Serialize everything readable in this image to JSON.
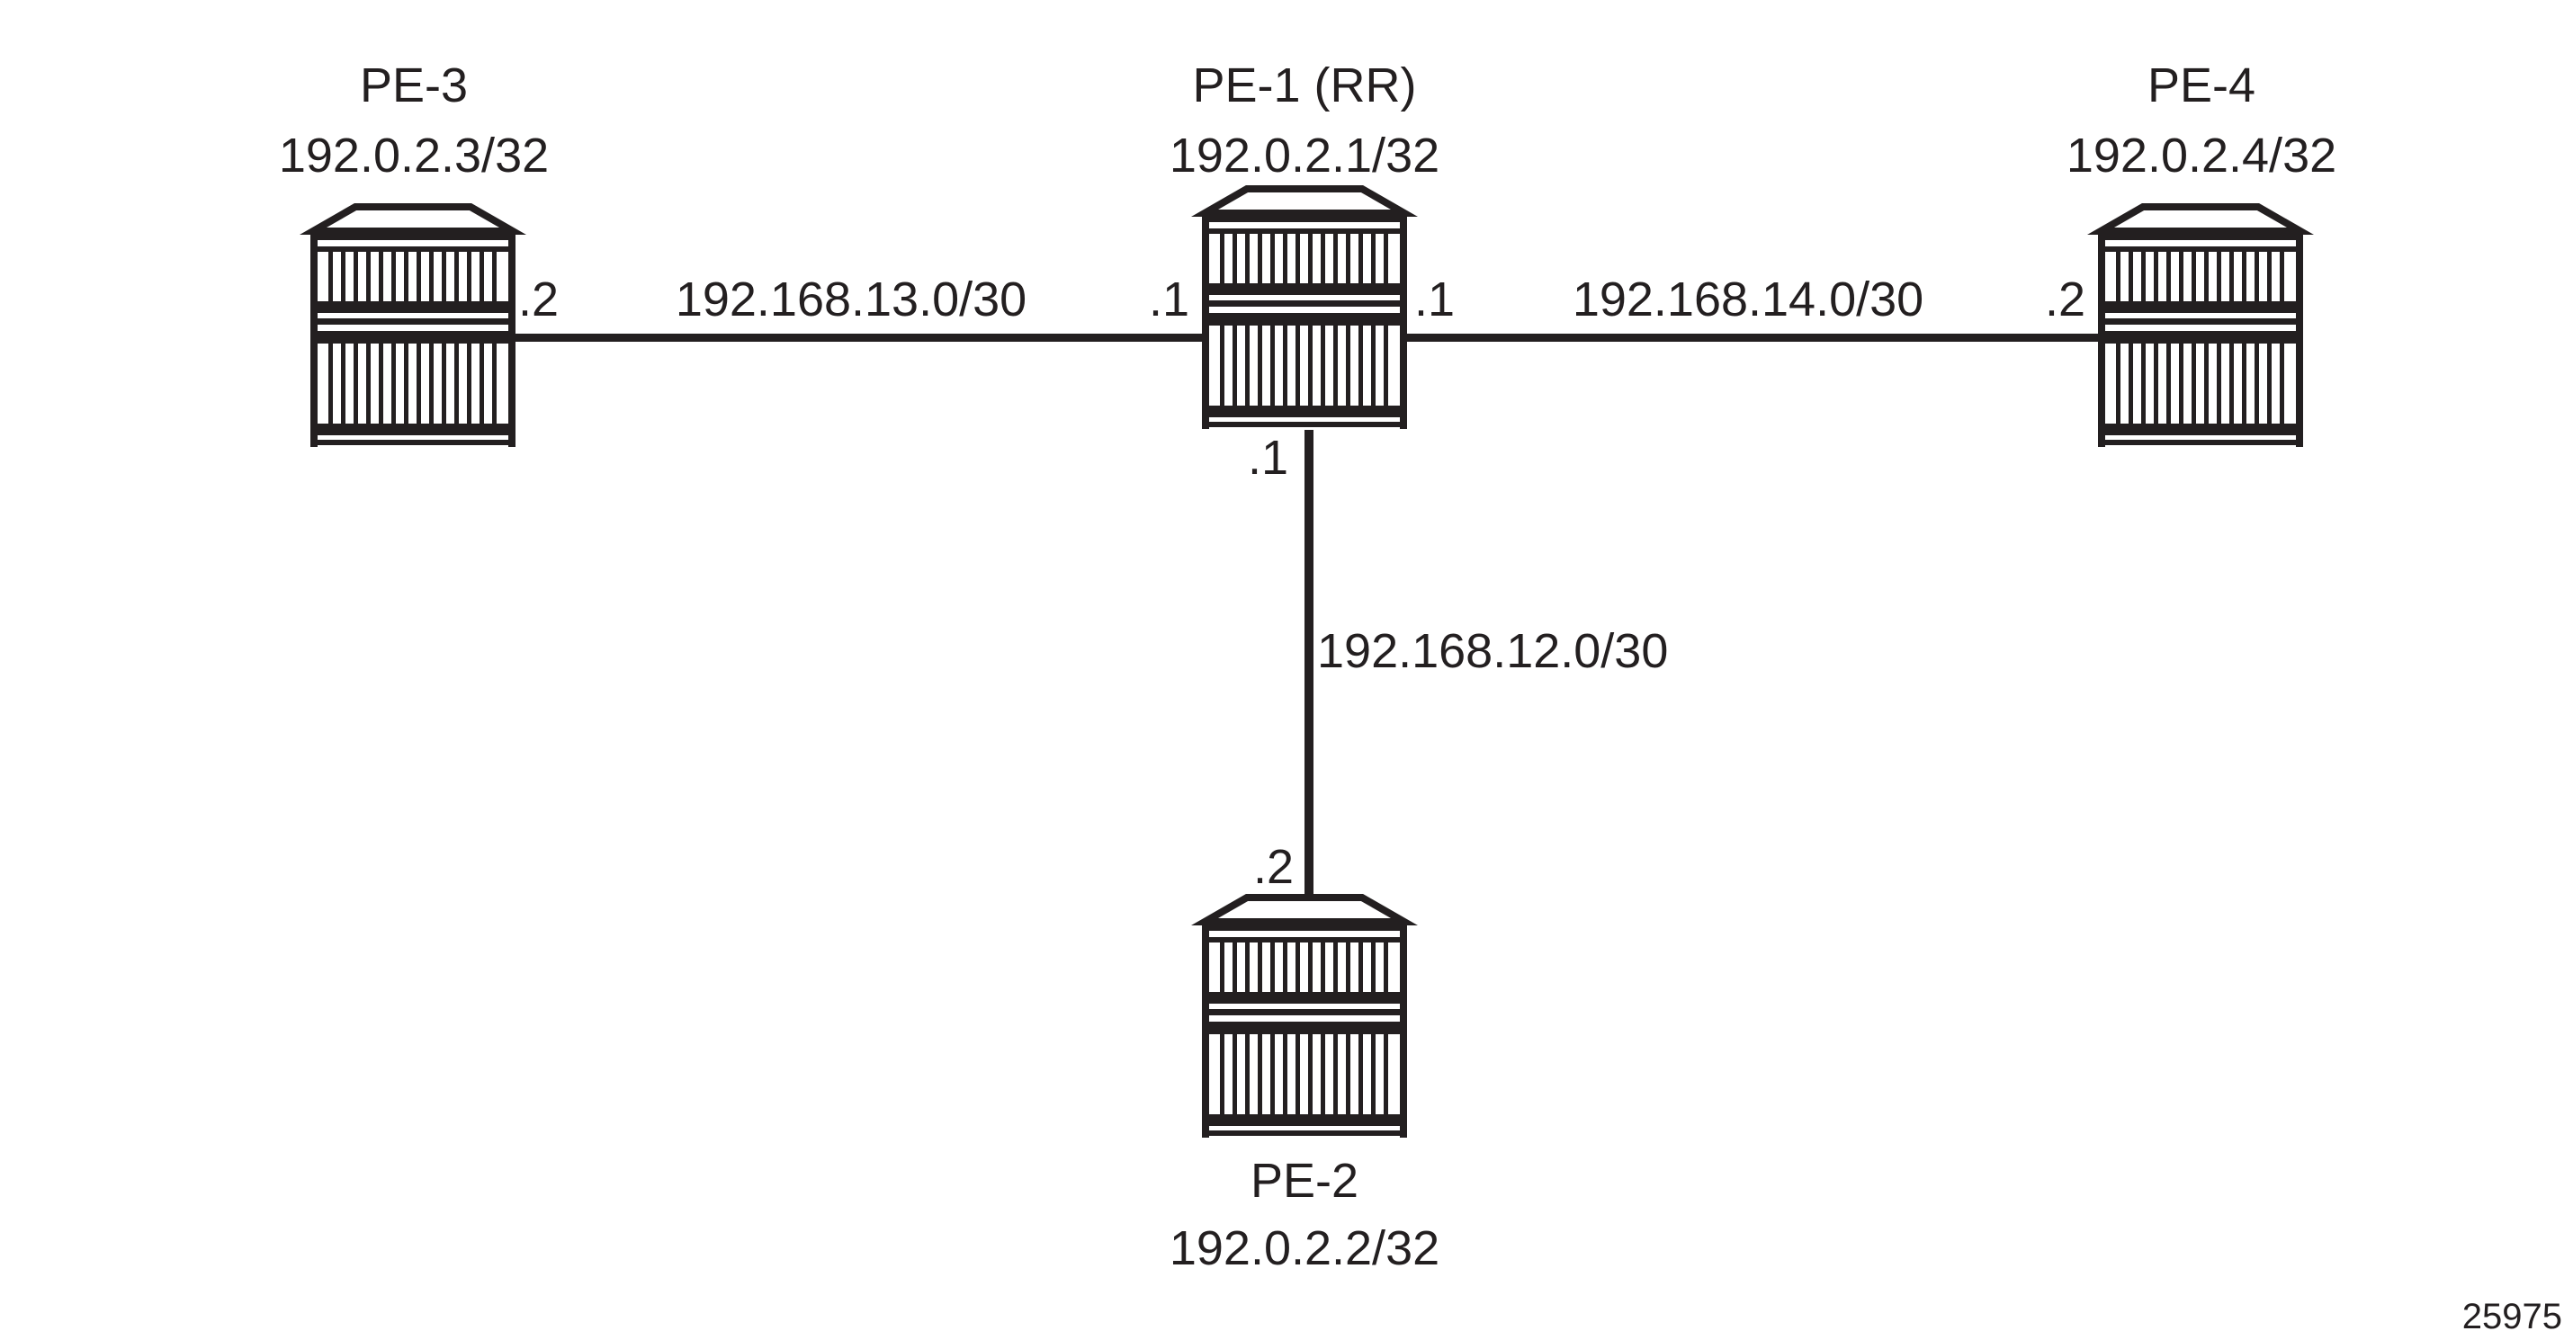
{
  "nodes": [
    {
      "id": "pe3",
      "name": "PE-3",
      "address": "192.0.2.3/32"
    },
    {
      "id": "pe1",
      "name": "PE-1 (RR)",
      "address": "192.0.2.1/32"
    },
    {
      "id": "pe4",
      "name": "PE-4",
      "address": "192.0.2.4/32"
    },
    {
      "id": "pe2",
      "name": "PE-2",
      "address": "192.0.2.2/32"
    }
  ],
  "links": [
    {
      "subnet": "192.168.13.0/30",
      "a_end": ".2",
      "b_end": ".1"
    },
    {
      "subnet": "192.168.14.0/30",
      "a_end": ".1",
      "b_end": ".2"
    },
    {
      "subnet": "192.168.12.0/30",
      "a_end": ".1",
      "b_end": ".2"
    }
  ],
  "figure_id": "25975",
  "colors": {
    "ink": "#231f20",
    "background": "#ffffff"
  }
}
